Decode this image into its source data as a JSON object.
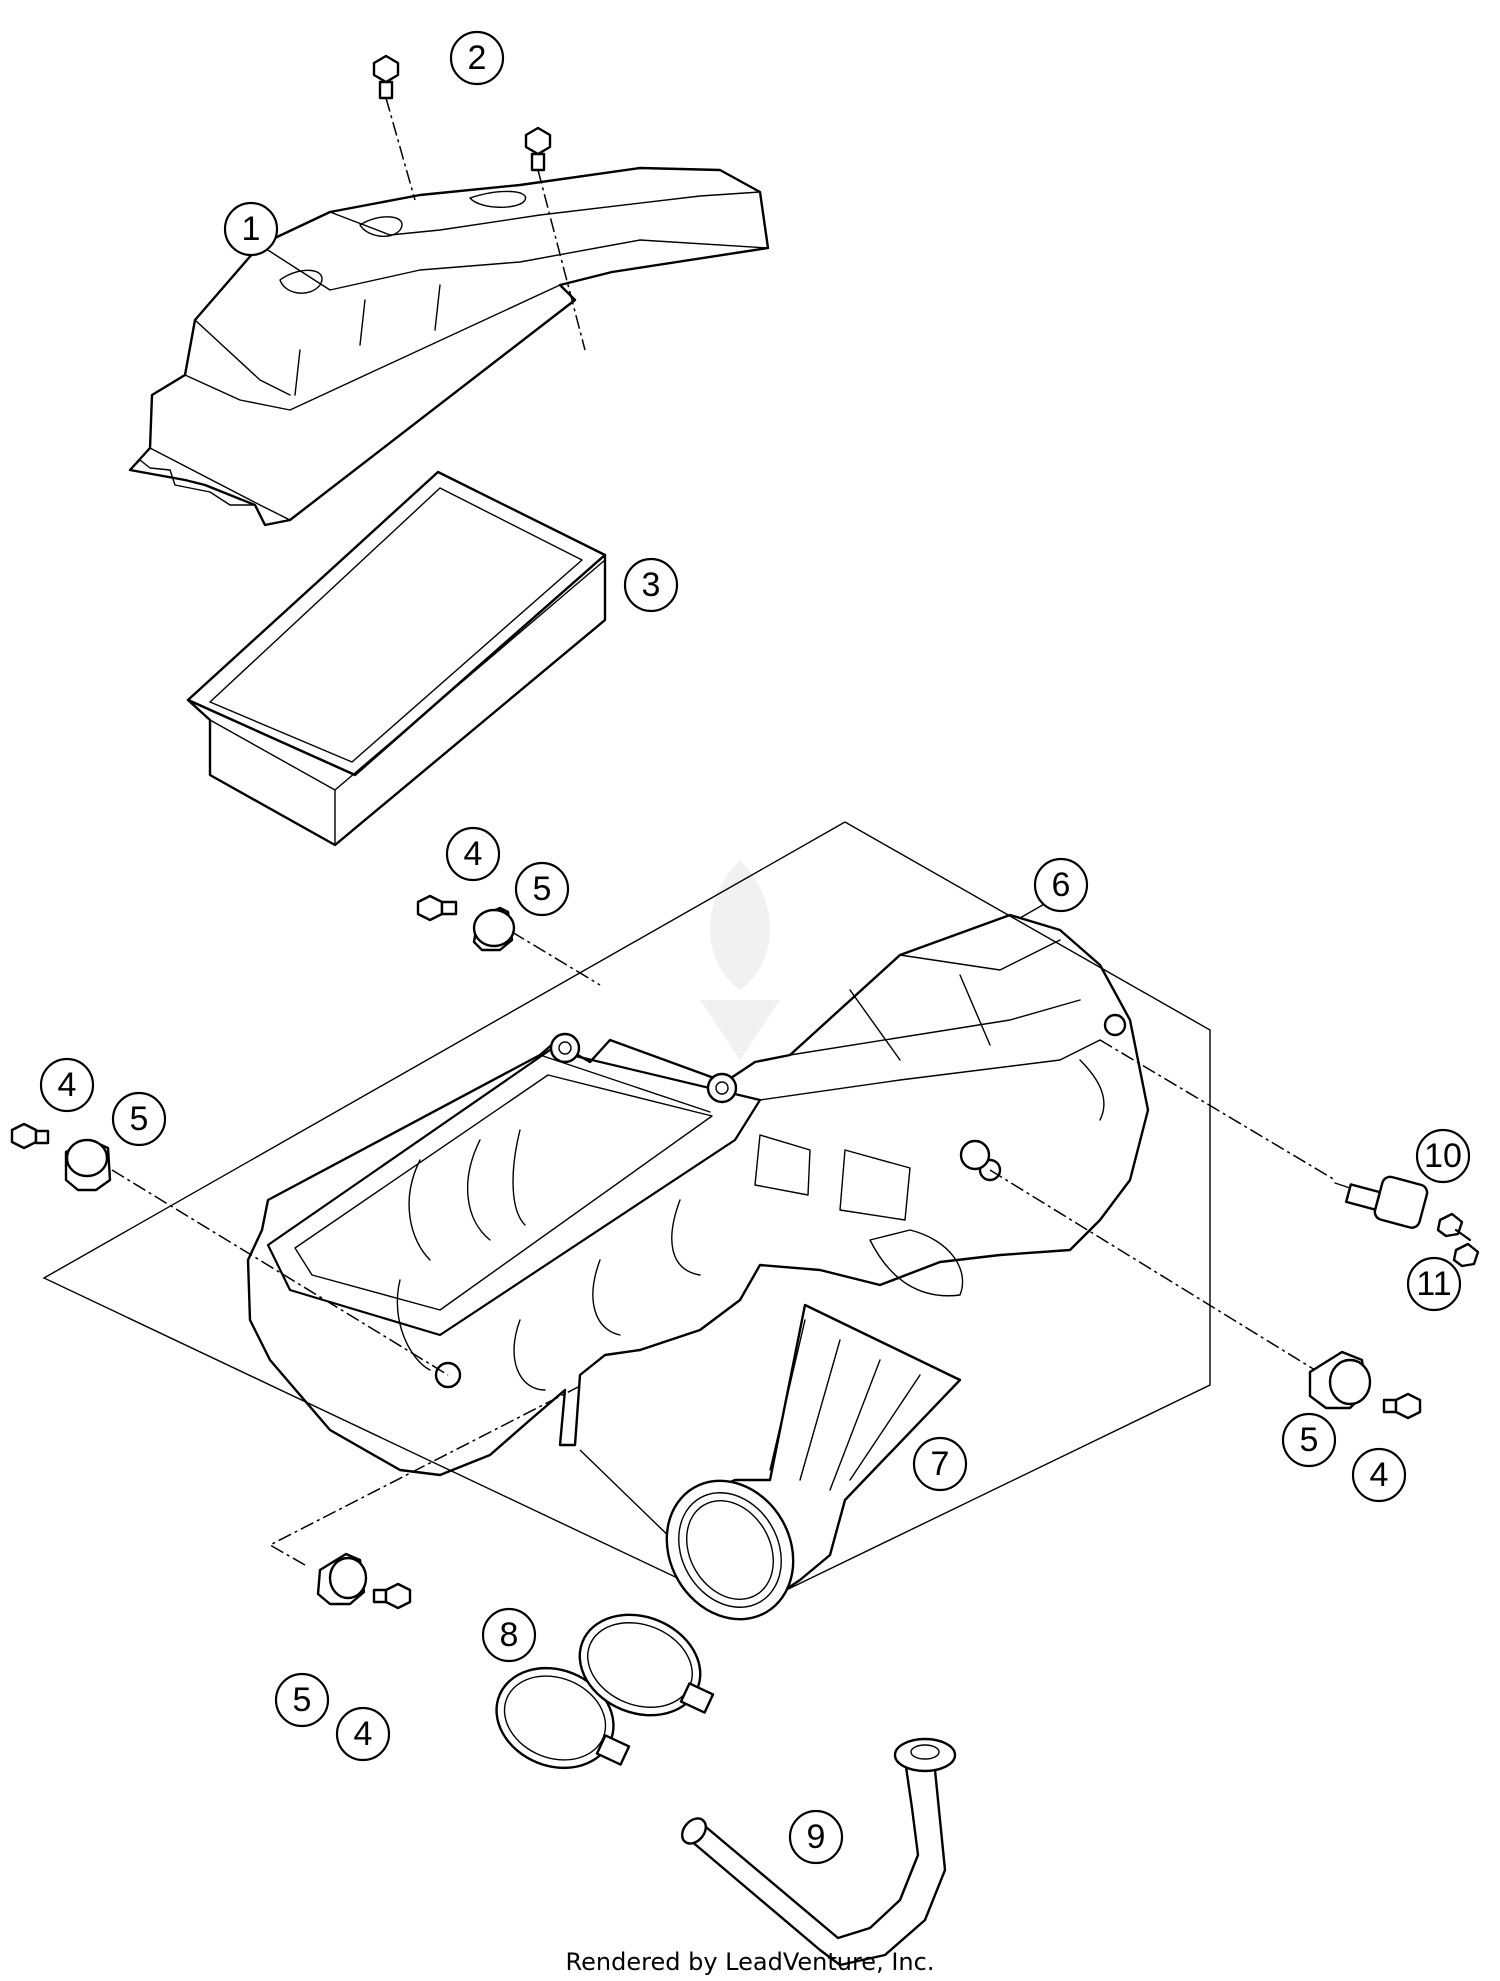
{
  "diagram": {
    "callouts": [
      {
        "id": "c1",
        "label": "1"
      },
      {
        "id": "c2",
        "label": "2"
      },
      {
        "id": "c3",
        "label": "3"
      },
      {
        "id": "c4a",
        "label": "4"
      },
      {
        "id": "c5a",
        "label": "5"
      },
      {
        "id": "c6",
        "label": "6"
      },
      {
        "id": "c4b",
        "label": "4"
      },
      {
        "id": "c5b",
        "label": "5"
      },
      {
        "id": "c10",
        "label": "10"
      },
      {
        "id": "c11",
        "label": "11"
      },
      {
        "id": "c5c",
        "label": "5"
      },
      {
        "id": "c4c",
        "label": "4"
      },
      {
        "id": "c7",
        "label": "7"
      },
      {
        "id": "c8",
        "label": "8"
      },
      {
        "id": "c5d",
        "label": "5"
      },
      {
        "id": "c4d",
        "label": "4"
      },
      {
        "id": "c9",
        "label": "9"
      }
    ]
  },
  "footer": {
    "credit": "Rendered by LeadVenture, Inc."
  }
}
